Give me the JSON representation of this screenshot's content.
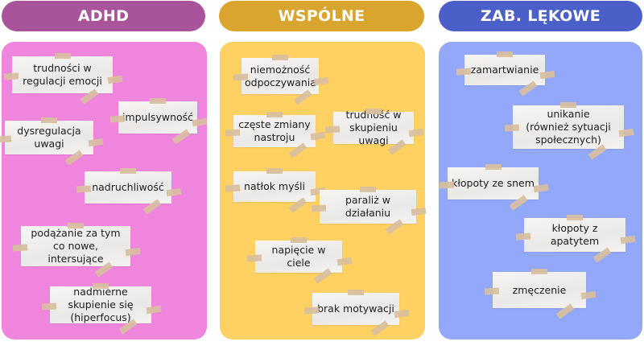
{
  "colors": {
    "adhd_header": "#A8539A",
    "adhd_panel": "#F085DE",
    "common_header": "#D9A52E",
    "common_panel": "#FFD062",
    "anxiety_header": "#4B5FC8",
    "anxiety_panel": "#94A8FA",
    "note_bg": "#F1F0EE",
    "tape": "#D8BF9E"
  },
  "columns": {
    "adhd": {
      "title": "ADHD",
      "notes": [
        "trudności w regulacji emocji",
        "impulsywność",
        "dysregulacja uwagi",
        "nadruchliwość",
        "podążanie za tym co nowe, intersujące",
        "nadmierne skupienie się (hiperfocus)"
      ]
    },
    "common": {
      "title": "WSPÓLNE",
      "notes": [
        "niemożność odpoczywania",
        "częste zmiany nastroju",
        "trudność w skupieniu uwagi",
        "natłok myśli",
        "paraliż w działaniu",
        "napięcie w ciele",
        "brak motywacji"
      ]
    },
    "anxiety": {
      "title": "ZAB. LĘKOWE",
      "notes": [
        "zamartwianie",
        "unikanie (również sytuacji społecznych)",
        "kłopoty ze snem",
        "kłopoty z apatytem",
        "zmęczenie"
      ]
    }
  }
}
